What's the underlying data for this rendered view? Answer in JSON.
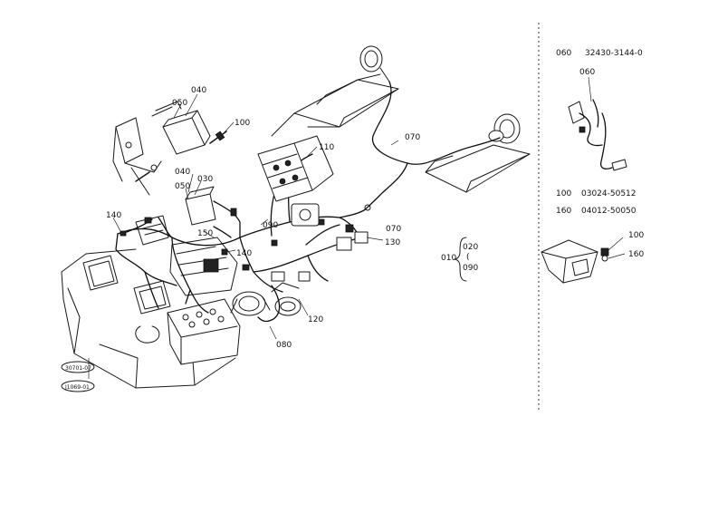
{
  "callouts": {
    "c040": "040",
    "c050": "050",
    "c100": "100",
    "c110": "110",
    "c070": "070",
    "c040b": "040",
    "c030": "030",
    "c050b": "050",
    "c140a": "140",
    "c090": "090",
    "c150": "150",
    "c140b": "140",
    "c070b": "070",
    "c130": "130",
    "c120": "120",
    "c080": "080",
    "c010": "010",
    "c020": "020",
    "c090b": "090",
    "brace_mid": "(",
    "stamp1": "30701-07",
    "stamp2": "J1069-01"
  },
  "parts_list": {
    "row1_ref": "060",
    "row1_num": "32430-3144-0",
    "inset1_callout": "060",
    "row2_ref": "100",
    "row2_num": "03024-50512",
    "row3_ref": "160",
    "row3_num": "04012-50050",
    "inset2_c100": "100",
    "inset2_c160": "160"
  }
}
